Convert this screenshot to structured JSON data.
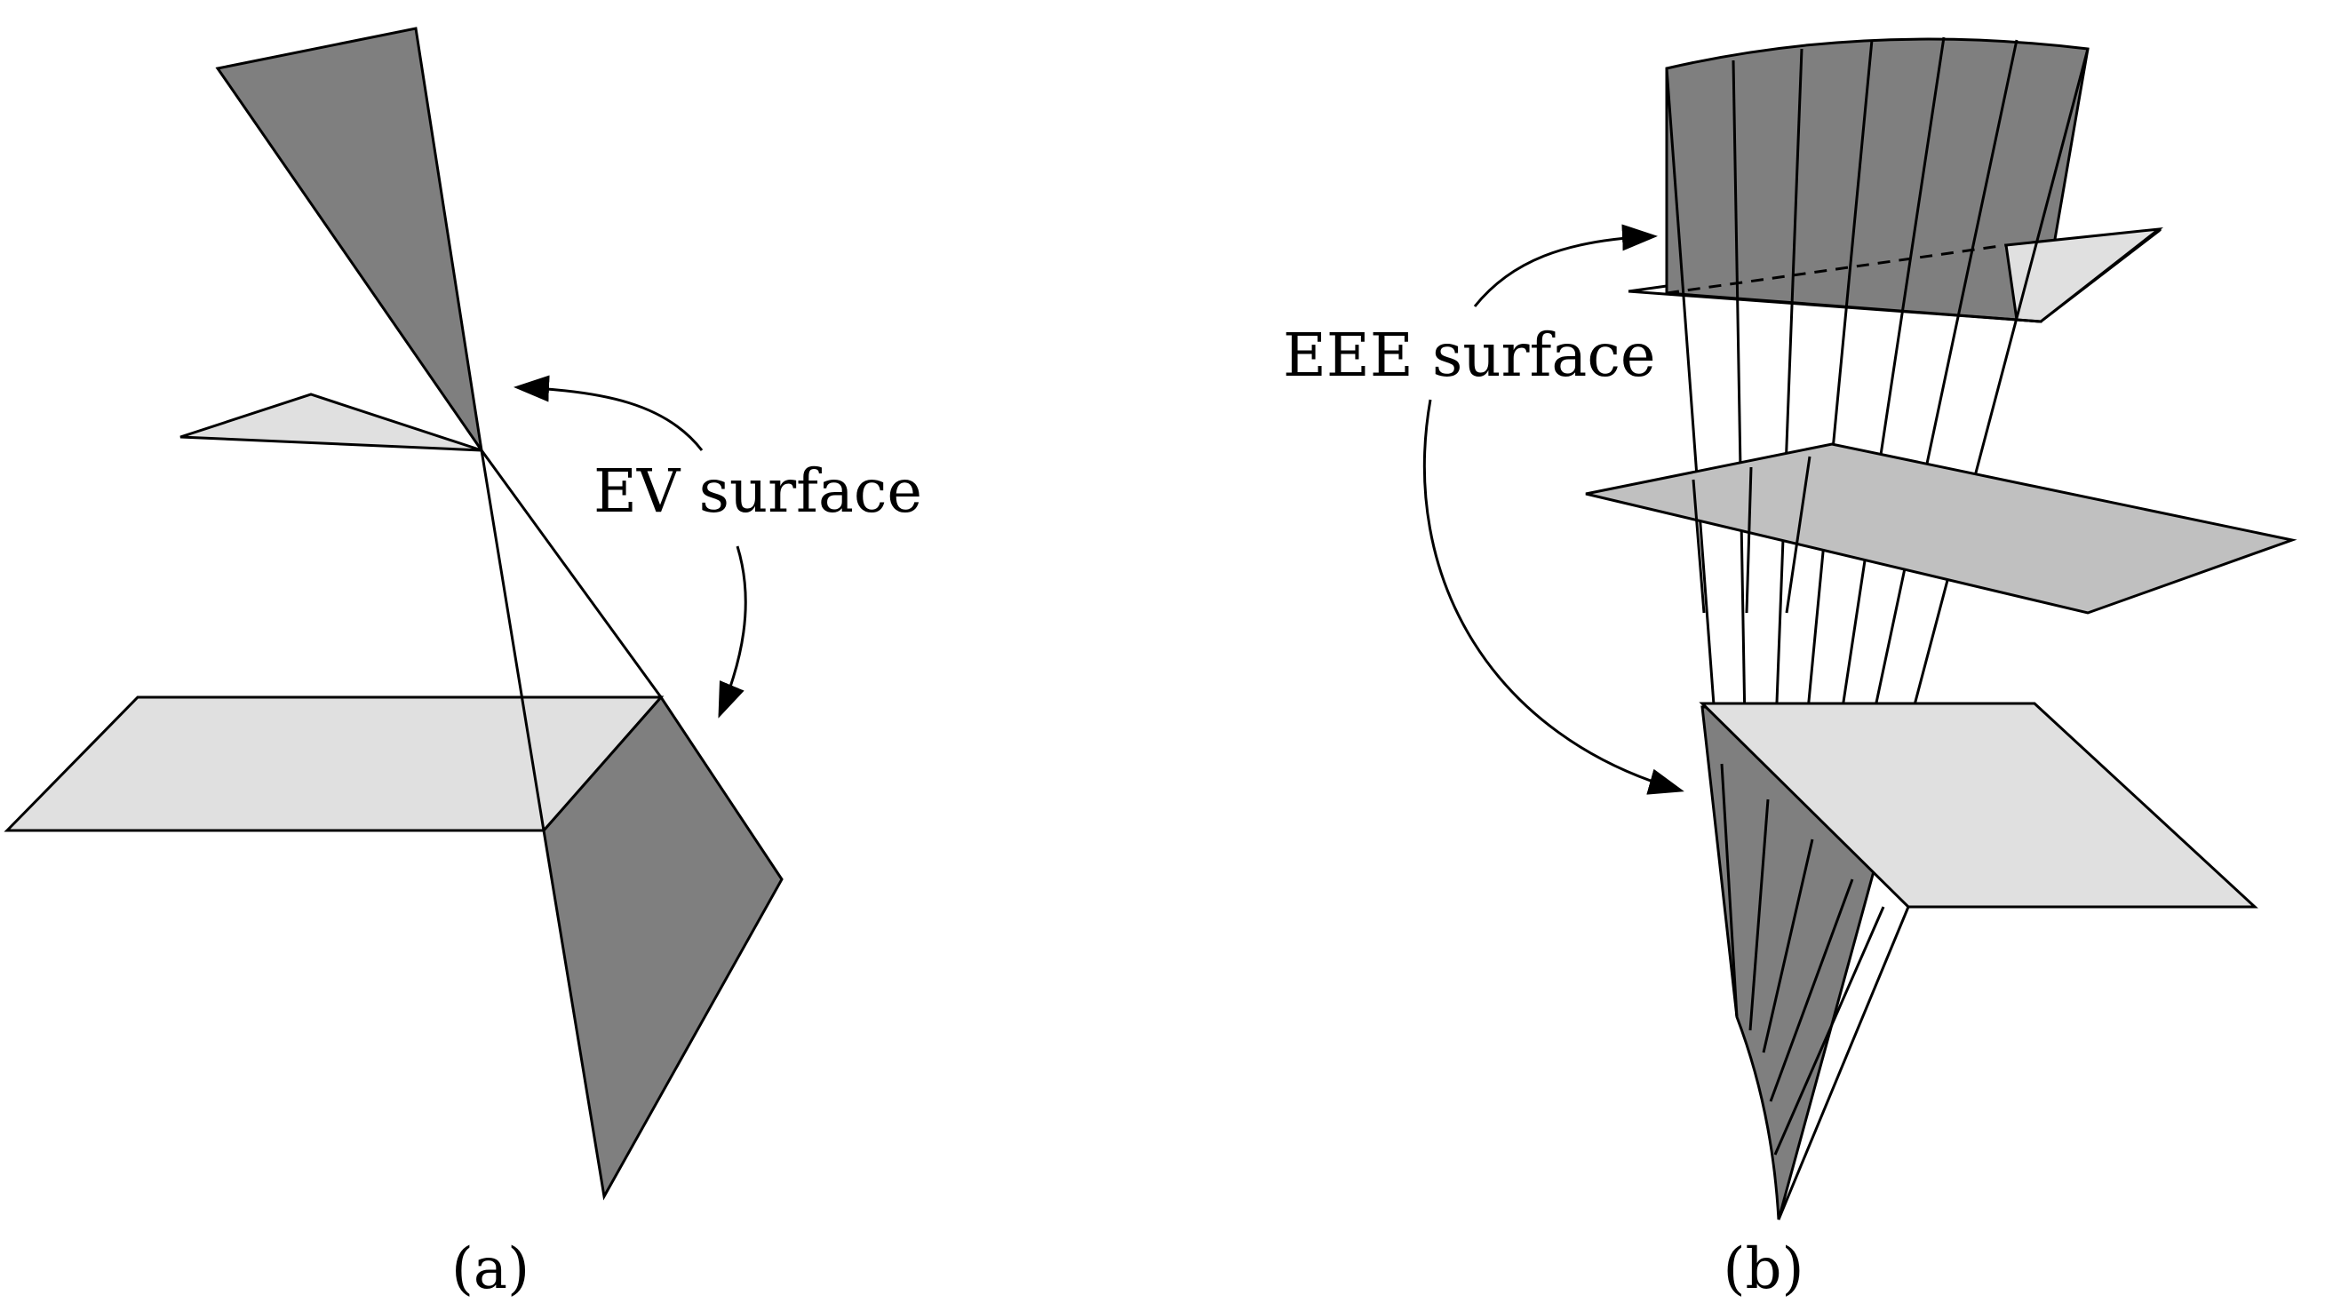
{
  "panel_a": {
    "surface_label": "EV surface",
    "caption": "(a)"
  },
  "panel_b": {
    "surface_label": "EEE surface",
    "caption": "(b)"
  },
  "colors": {
    "dark_surface": "#7f7f7f",
    "light_plane": "#e0e0e0",
    "mid_plane": "#c0c0c0",
    "stroke": "#000000",
    "background": "#ffffff"
  }
}
